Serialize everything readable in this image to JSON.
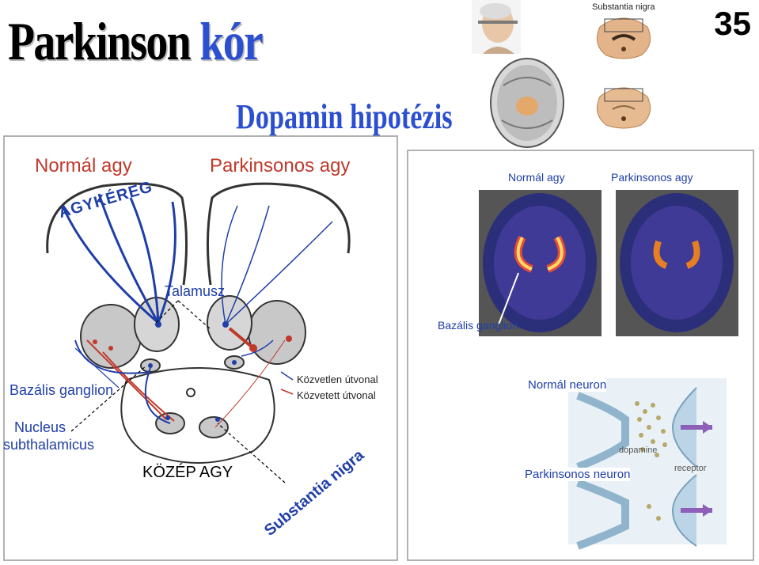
{
  "slide": {
    "title_part1": "Parkinson",
    "title_part2": "kór",
    "number": "35",
    "subtitle": "Dopamin hipotézis"
  },
  "diagram": {
    "normal_label": "Normál agy",
    "parkinson_label": "Parkinsonos agy",
    "cortex_label": "AGYKÉREG",
    "thalamus_label": "Talamusz",
    "basal_ganglia_label": "Bazális ganglion",
    "nucleus_label_line1": "Nucleus",
    "nucleus_label_line2": "subthalamicus",
    "midbrain_label": "KÖZÉP AGY",
    "substantia_label": "Substantia nigra",
    "direct_pathway": "Közvetlen útvonal",
    "indirect_pathway": "Közvetett útvonal"
  },
  "top_images": {
    "substantia_caption": "Substantia nigra"
  },
  "pet": {
    "normal_label": "Normál agy",
    "parkinson_label": "Parkinsonos agy",
    "basal_ganglia_label": "Bazális ganglion"
  },
  "synapse": {
    "normal_label": "Normál neuron",
    "parkinson_label": "Parkinsonos neuron",
    "dopamine_label": "dopamine",
    "receptor_label": "receptor"
  },
  "colors": {
    "title_blue": "#2b4fd0",
    "red": "#c0392b",
    "pathway_blue": "#1f3ea8",
    "ganglia_gray": "#c8c8c8"
  }
}
